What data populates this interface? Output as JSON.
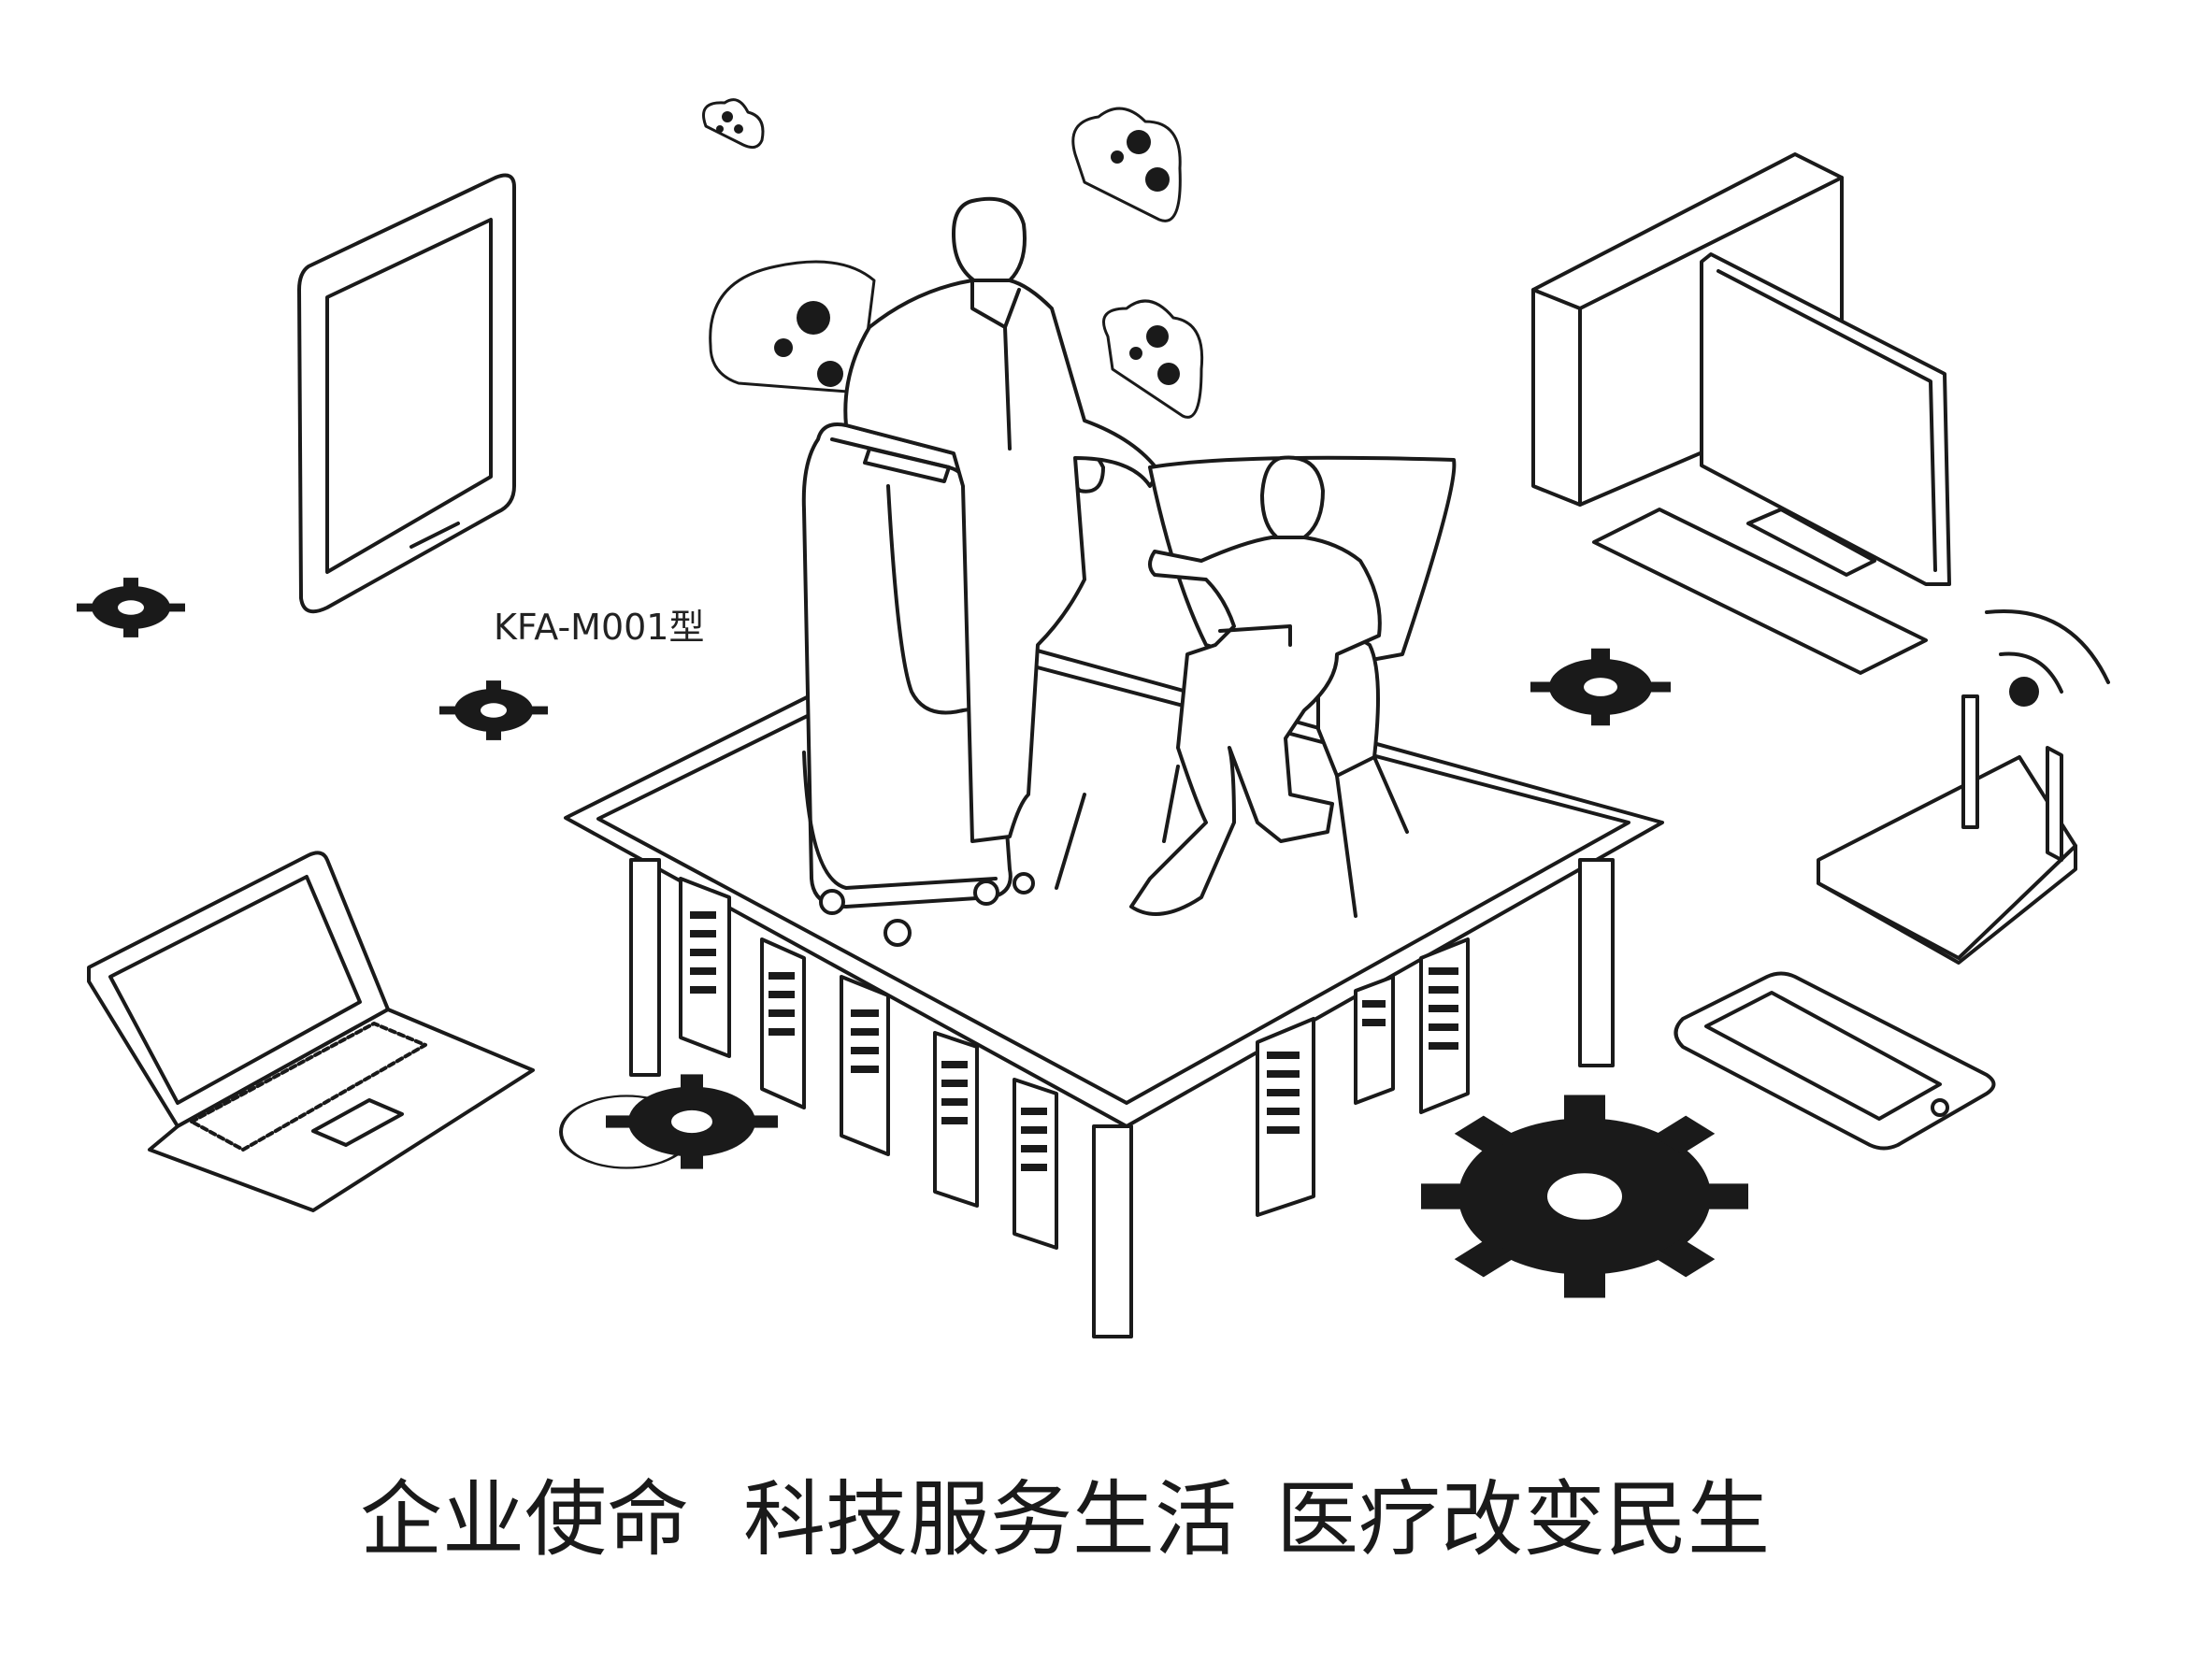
{
  "model_label": "KFA-M001型",
  "slogan": {
    "part1": "企业使命",
    "part2": "科技服务生活",
    "part3": "医疗改变民生"
  },
  "colors": {
    "ink": "#1a1a1a",
    "background": "#ffffff"
  },
  "icons": [
    "tablet-icon",
    "laptop-icon",
    "desktop-computer-icon",
    "wifi-router-icon",
    "smartphone-icon",
    "gear-icon",
    "cloud-share-icon",
    "medical-device-icon",
    "doctor-figure",
    "patient-figure",
    "armchair-icon",
    "building-icon"
  ]
}
